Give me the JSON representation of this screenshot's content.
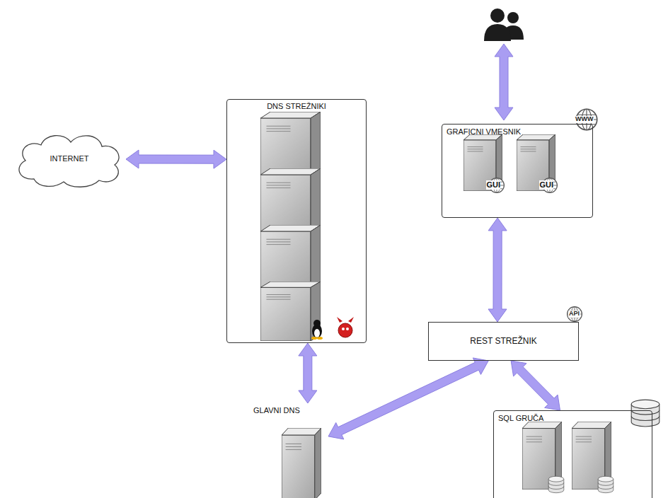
{
  "diagram": {
    "nodes": [
      {
        "text": [
          "GRAFICNI VMESNIK"
        ]
      },
      {
        "text": [
          "GUI"
        ],
        "in": 0
      },
      {
        "text": [
          "GUI"
        ],
        "in": 0
      },
      {
        "text": [
          "INTERNET"
        ]
      },
      {
        "text": [
          "DNS STREŽNIKI"
        ]
      },
      {
        "text": [
          "REST STREŽNIK"
        ]
      },
      {
        "text": [
          "GLAVNI DNS"
        ]
      },
      {
        "text": [
          "SQL GRUČA"
        ]
      }
    ],
    "edges": [
      {
        "from": 3,
        "to": 4,
        "arrow": "both"
      },
      {
        "from": 4,
        "to": 6,
        "arrow": "both"
      },
      {
        "from": 0,
        "to": 5,
        "arrow": "both"
      },
      {
        "from": 5,
        "to": 6,
        "arrow": "both"
      },
      {
        "from": 5,
        "to": 7,
        "arrow": "both"
      }
    ],
    "labels": [
      "WWW",
      "API"
    ]
  }
}
